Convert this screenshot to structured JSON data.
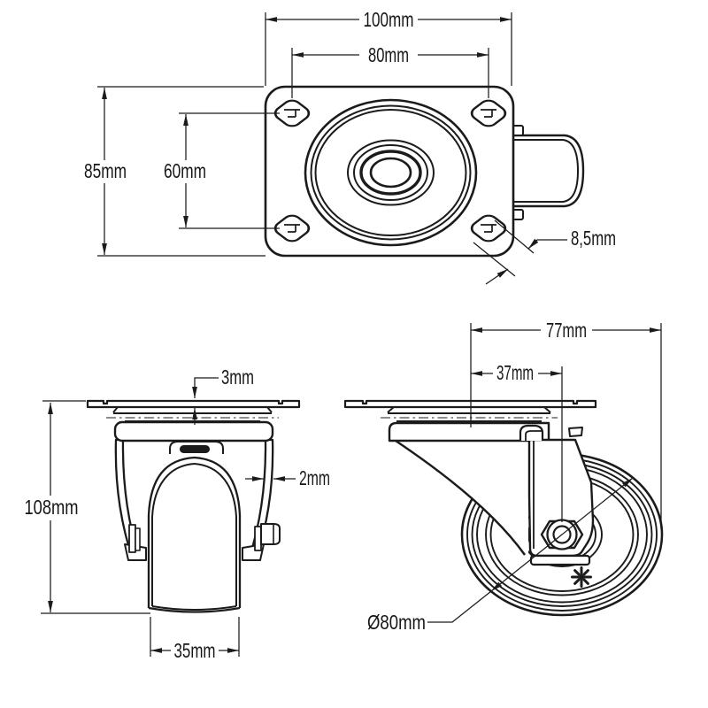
{
  "drawing": {
    "type": "technical-dimension-drawing",
    "subject": "swivel plate caster with 80mm wheel, three orthographic views",
    "background_color": "#ffffff",
    "line_color": "#1b1b1b",
    "views": {
      "top_view": {
        "dimensions": {
          "plate_width": "100mm",
          "bolt_hole_spacing_width": "80mm",
          "plate_depth": "85mm",
          "bolt_hole_spacing_depth": "60mm",
          "bolt_hole_size": "8,5mm"
        }
      },
      "front_view": {
        "dimensions": {
          "plate_thickness": "3mm",
          "fork_material_thickness": "2mm",
          "overall_height": "108mm",
          "wheel_width": "35mm"
        }
      },
      "side_view": {
        "dimensions": {
          "overall_depth": "77mm",
          "swivel_offset": "37mm",
          "wheel_diameter": "Ø80mm"
        },
        "marks": {
          "hub_mark": "starburst"
        }
      }
    }
  }
}
